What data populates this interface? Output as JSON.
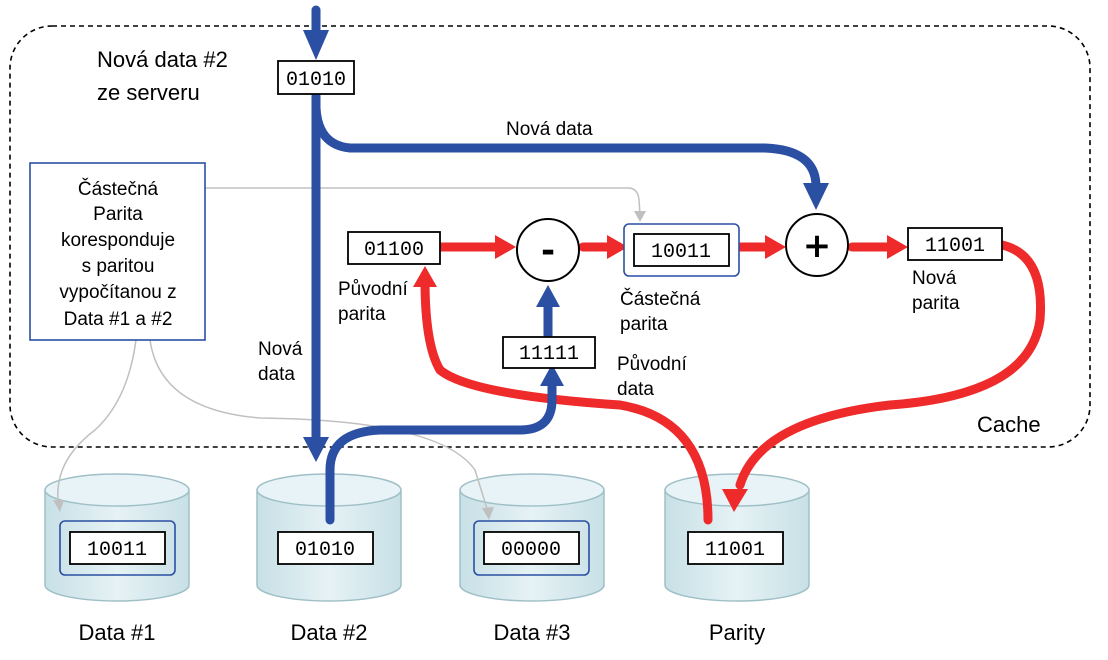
{
  "labels": {
    "new_data_2_line1": "Nová data #2",
    "new_data_2_line2": "ze serveru",
    "new_data_top": "Nová data",
    "new_data_left_line1": "Nová",
    "new_data_left_line2": "data",
    "partial_note": [
      "Částečná",
      "Parita",
      "koresponduje",
      "s  paritou",
      "vypočítanou z",
      "Data #1 a #2"
    ],
    "original_parity_line1": "Původní",
    "original_parity_line2": "parita",
    "partial_parity_line1": "Částečná",
    "partial_parity_line2": "parita",
    "new_parity_line1": "Nová",
    "new_parity_line2": "parita",
    "original_data_line1": "Původní",
    "original_data_line2": "data",
    "cache": "Cache"
  },
  "operators": {
    "minus": "-",
    "plus": "+"
  },
  "values": {
    "incoming": "01010",
    "old_parity": "01100",
    "old_data": "11111",
    "partial": "10011",
    "new_parity": "11001"
  },
  "disks": [
    {
      "label": "Data #1",
      "value": "10011",
      "framed": true
    },
    {
      "label": "Data #2",
      "value": "01010",
      "framed": false
    },
    {
      "label": "Data #3",
      "value": "00000",
      "framed": true
    },
    {
      "label": "Parity",
      "value": "11001",
      "framed": false
    }
  ],
  "colors": {
    "blue": "#2a4fa3",
    "red": "#ee2a2a",
    "gray_line": "#c0c0c0",
    "frame_blue": "#2a4fa3",
    "disk_fill": "#d7eaef",
    "disk_top": "#e7f3f6",
    "disk_stroke": "#9fbfc7"
  }
}
